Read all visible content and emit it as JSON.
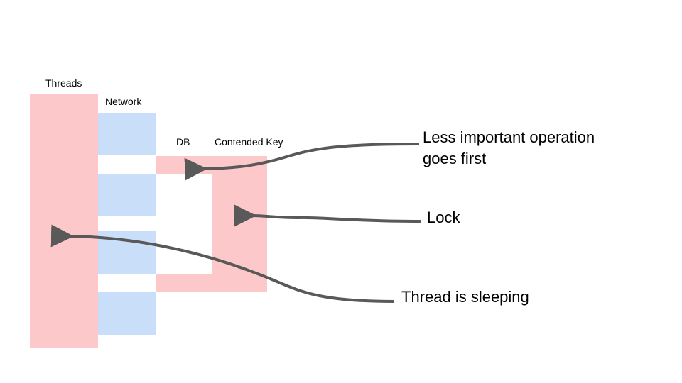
{
  "colors": {
    "thread_block": "#fdc8c9",
    "network_block": "#c9def8",
    "arrow": "#595959",
    "text": "#000000"
  },
  "labels": {
    "threads": "Threads",
    "network": "Network",
    "db": "DB",
    "contended_key": "Contended Key"
  },
  "annotations": {
    "less_important_line1": "Less important operation",
    "less_important_line2": "goes first",
    "lock": "Lock",
    "thread_sleeping": "Thread is sleeping"
  }
}
